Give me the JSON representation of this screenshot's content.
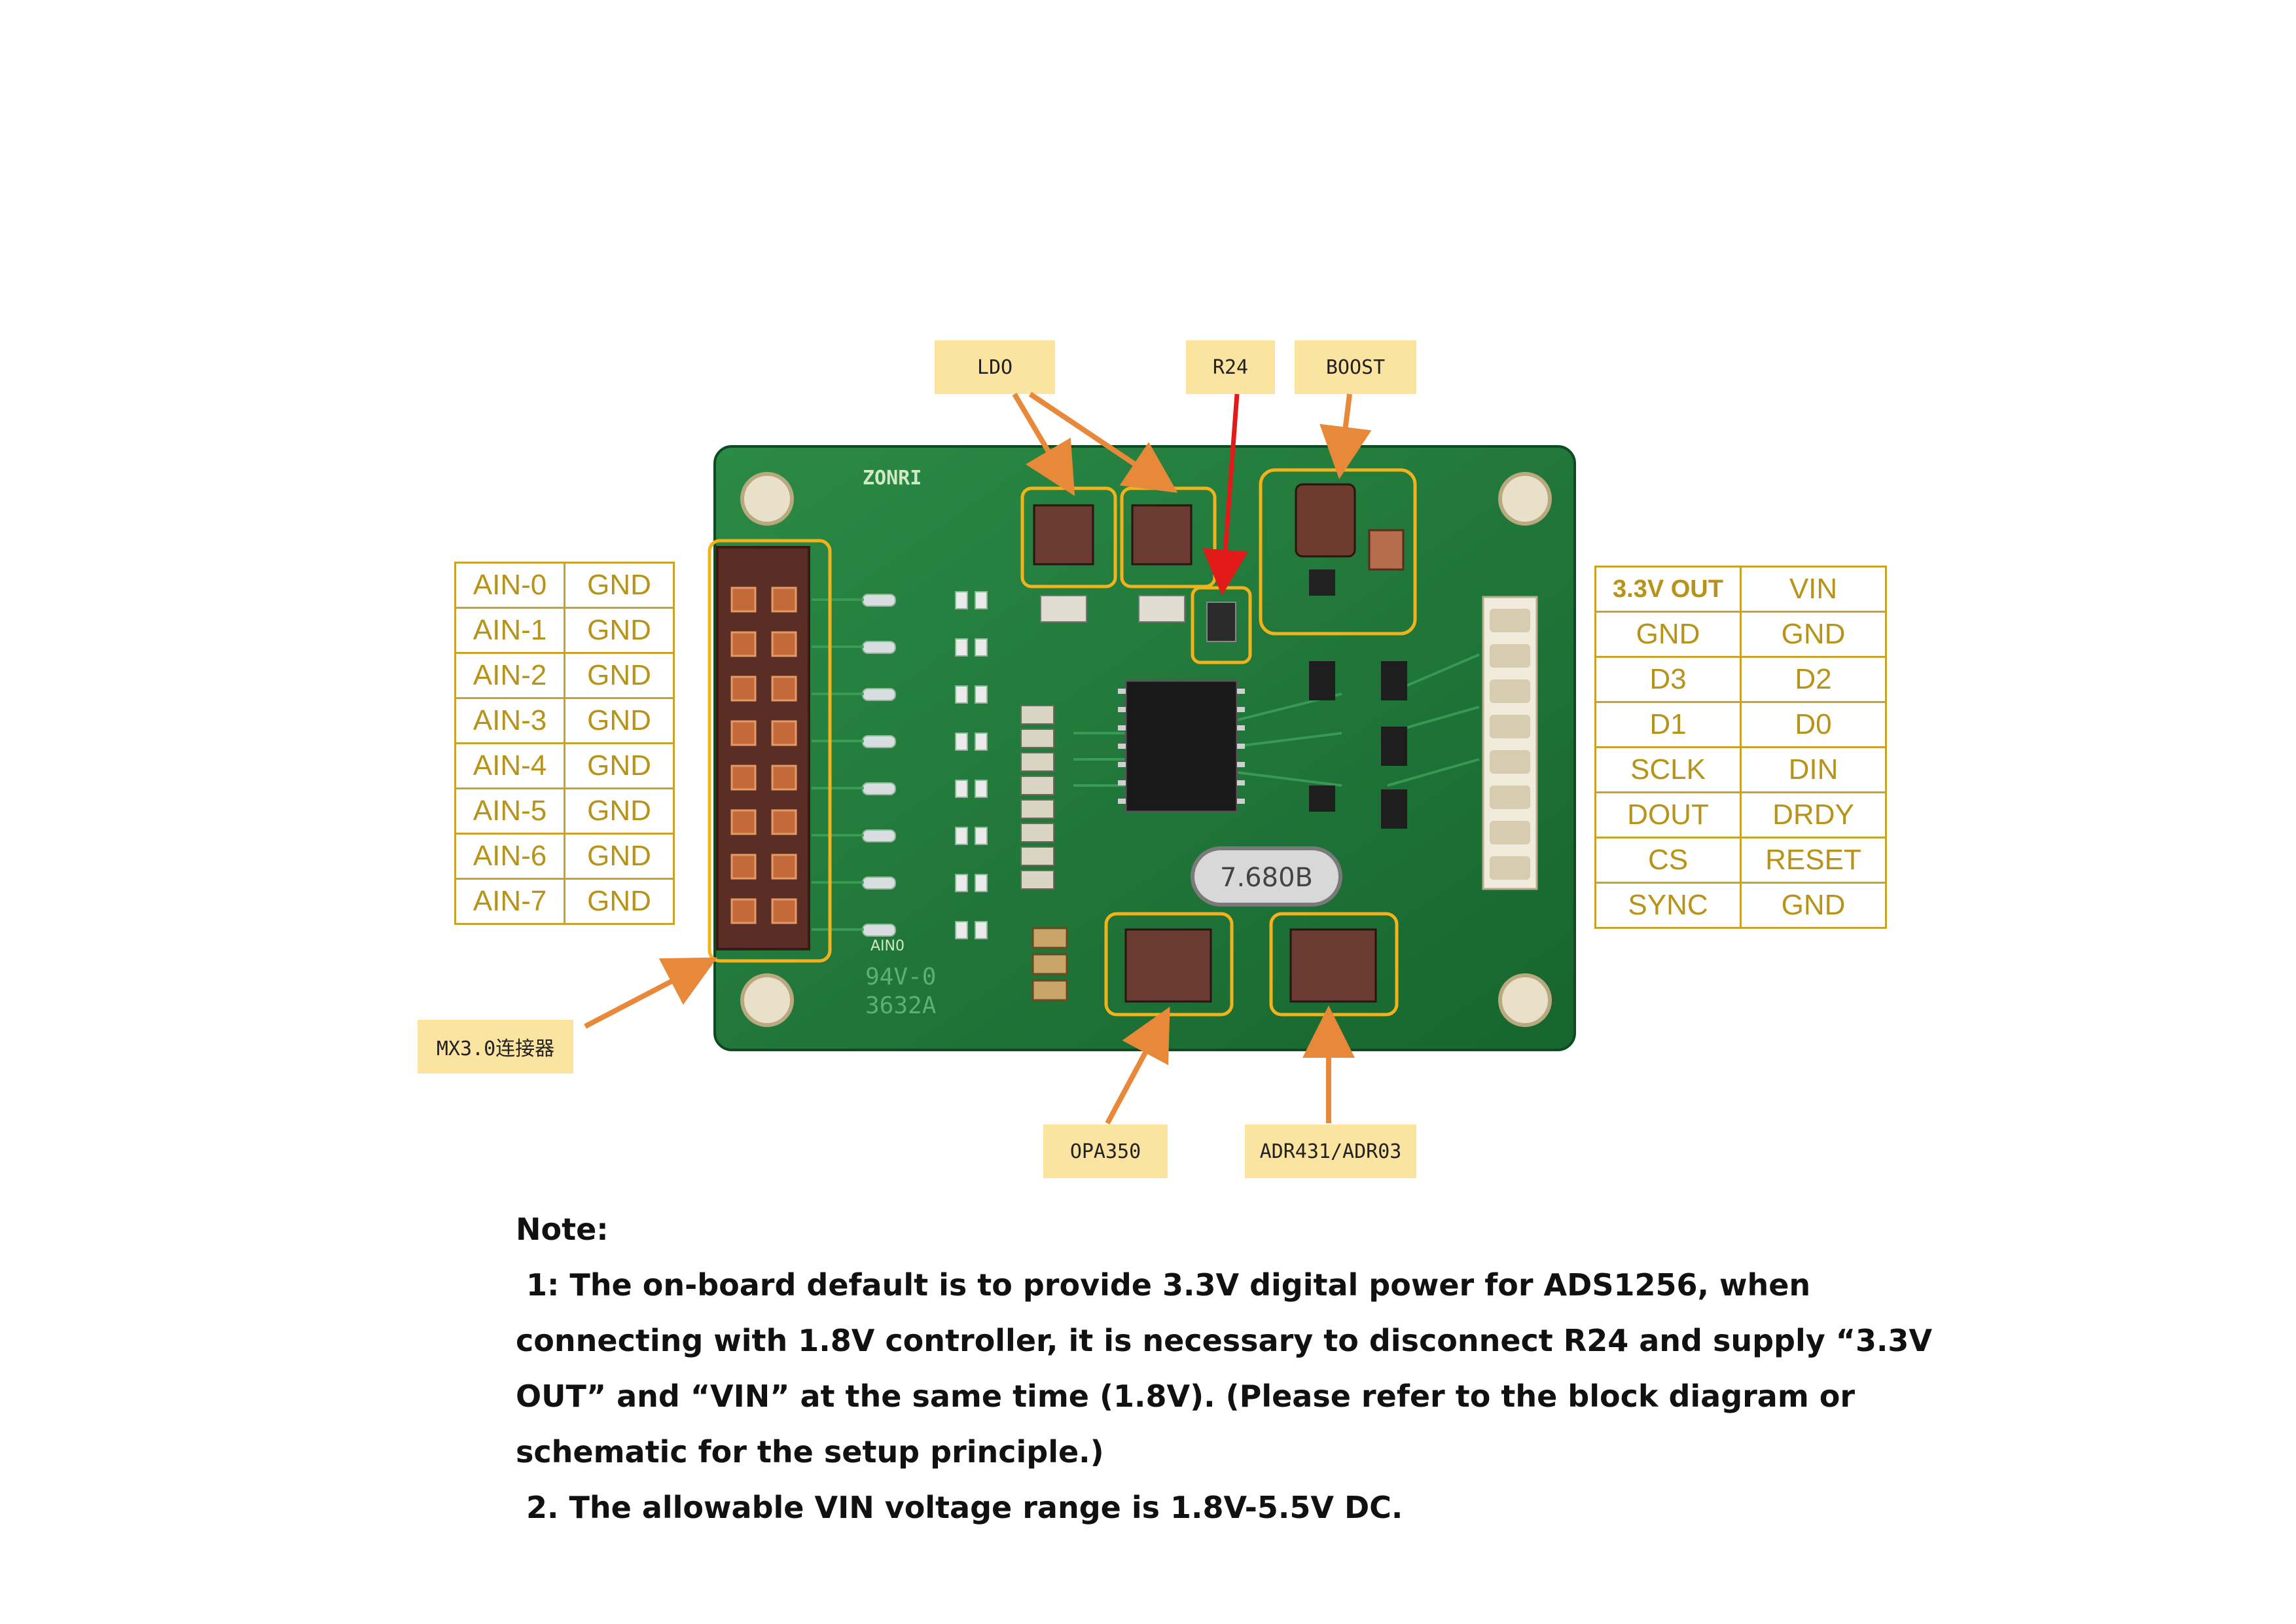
{
  "callouts": {
    "ldo": "LDO",
    "r24": "R24",
    "boost": "BOOST",
    "mx": "MX3.0连接器",
    "opa": "OPA350",
    "adr": "ADR431/ADR03"
  },
  "board": {
    "logo": "ZONRI",
    "crystal": "7.680B",
    "marking_line1": "94V-0",
    "marking_line2": "3632A",
    "ain_label": "AIN0"
  },
  "left_pins": [
    [
      "AIN-0",
      "GND"
    ],
    [
      "AIN-1",
      "GND"
    ],
    [
      "AIN-2",
      "GND"
    ],
    [
      "AIN-3",
      "GND"
    ],
    [
      "AIN-4",
      "GND"
    ],
    [
      "AIN-5",
      "GND"
    ],
    [
      "AIN-6",
      "GND"
    ],
    [
      "AIN-7",
      "GND"
    ]
  ],
  "right_pins": [
    [
      "3.3V OUT",
      "VIN"
    ],
    [
      "GND",
      "GND"
    ],
    [
      "D3",
      "D2"
    ],
    [
      "D1",
      "D0"
    ],
    [
      "SCLK",
      "DIN"
    ],
    [
      "DOUT",
      "DRDY"
    ],
    [
      "CS",
      "RESET"
    ],
    [
      "SYNC",
      "GND"
    ]
  ],
  "note": {
    "title": "Note:",
    "lines": [
      " 1: The on-board default is to provide 3.3V digital power for ADS1256, when",
      "connecting with 1.8V controller, it is necessary to disconnect R24 and supply “3.3V",
      "OUT” and “VIN” at the same time (1.8V). (Please refer to the block diagram or",
      "schematic for the setup principle.)",
      " 2. The allowable VIN voltage range is 1.8V-5.5V DC."
    ]
  },
  "colors": {
    "pcb": "#1f7a3a",
    "highlight": "#f2b21b",
    "arrow": "#e8893a",
    "arrow_red": "#e21a1a",
    "pin_text": "#b8931a",
    "callout_bg": "#fbe3a0"
  }
}
